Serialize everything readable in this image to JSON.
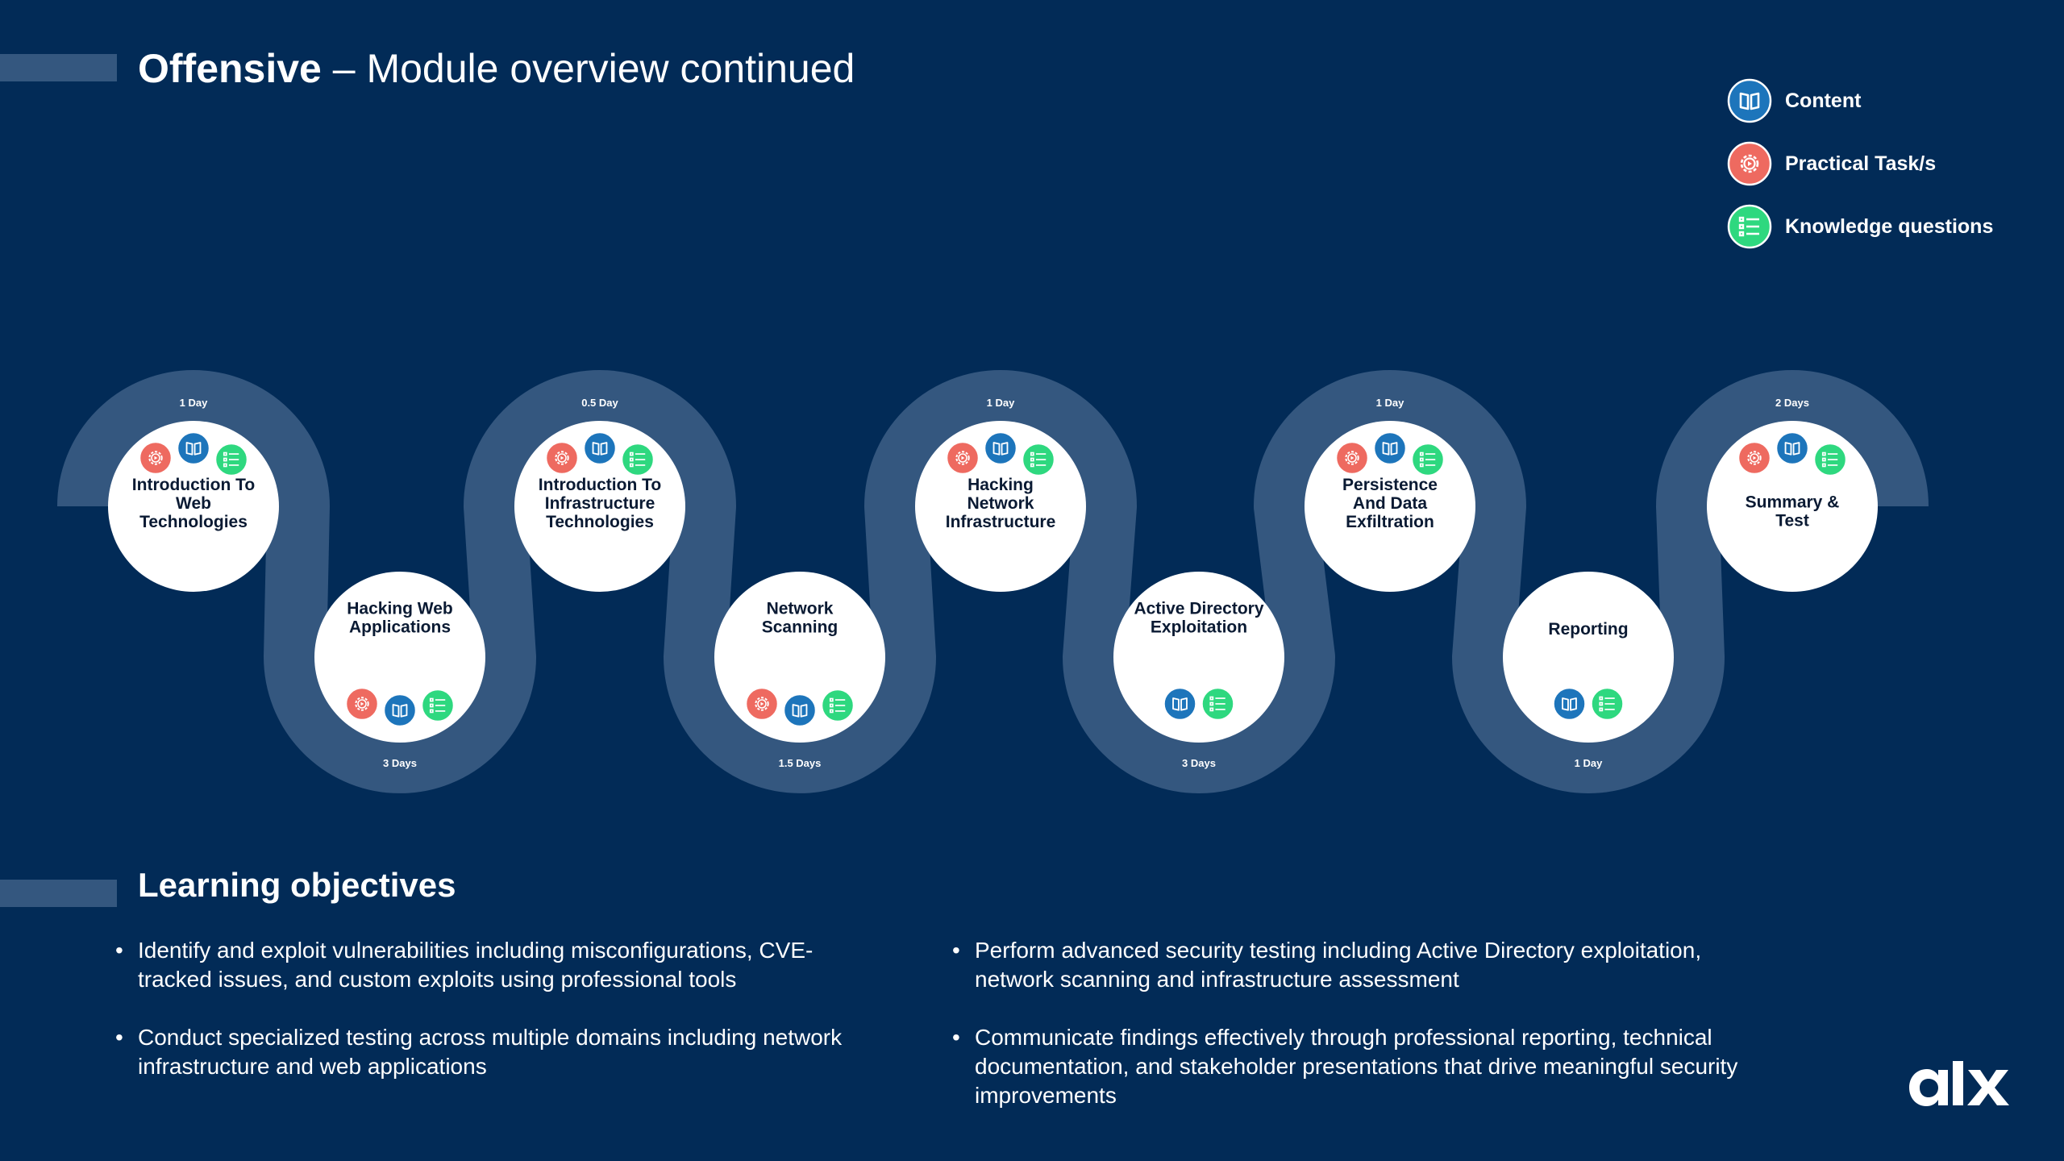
{
  "slide": {
    "title_bold": "Offensive",
    "title_rest": " – Module overview continued"
  },
  "legend": [
    {
      "label": "Content",
      "icon": "book-icon",
      "color": "#1d75bb"
    },
    {
      "label": "Practical Task/s",
      "icon": "gear-icon",
      "color": "#ee6a60"
    },
    {
      "label": "Knowledge questions",
      "icon": "checklist-icon",
      "color": "#2ed87f"
    }
  ],
  "colors": {
    "background": "#022b57",
    "road": "#34577f",
    "node": "#ffffff",
    "content": "#1d75bb",
    "task": "#ee6a60",
    "knowledge": "#2ed87f"
  },
  "modules": [
    {
      "title": [
        "Introduction To",
        "Web",
        "Technologies"
      ],
      "duration": "1 Day",
      "icons": [
        "task",
        "content",
        "knowledge"
      ]
    },
    {
      "title": [
        "Hacking Web",
        "Applications"
      ],
      "duration": "3 Days",
      "icons": [
        "task",
        "content",
        "knowledge"
      ]
    },
    {
      "title": [
        "Introduction To",
        "Infrastructure",
        "Technologies"
      ],
      "duration": "0.5 Day",
      "icons": [
        "task",
        "content",
        "knowledge"
      ]
    },
    {
      "title": [
        "Network",
        "Scanning"
      ],
      "duration": "1.5 Days",
      "icons": [
        "task",
        "content",
        "knowledge"
      ]
    },
    {
      "title": [
        "Hacking",
        "Network",
        "Infrastructure"
      ],
      "duration": "1 Day",
      "icons": [
        "task",
        "content",
        "knowledge"
      ]
    },
    {
      "title": [
        "Active Directory",
        "Exploitation"
      ],
      "duration": "3 Days",
      "icons": [
        "content",
        "knowledge"
      ]
    },
    {
      "title": [
        "Persistence",
        "And Data",
        "Exfiltration"
      ],
      "duration": "1 Day",
      "icons": [
        "task",
        "content",
        "knowledge"
      ]
    },
    {
      "title": [
        "Reporting"
      ],
      "duration": "1 Day",
      "icons": [
        "content",
        "knowledge"
      ]
    },
    {
      "title": [
        "Summary &",
        "Test"
      ],
      "duration": "2 Days",
      "icons": [
        "task",
        "content",
        "knowledge"
      ]
    }
  ],
  "objectives": {
    "heading": "Learning objectives",
    "left": [
      "Identify and exploit vulnerabilities including misconfigurations, CVE-tracked issues, and custom exploits using professional tools",
      "Conduct specialized testing across multiple domains including network infrastructure and web applications"
    ],
    "right": [
      "Perform advanced security testing including Active Directory exploitation, network scanning and infrastructure assessment",
      "Communicate findings effectively through professional reporting, technical documentation, and stakeholder presentations that drive meaningful security improvements"
    ]
  },
  "brand": {
    "logo_text": "alx"
  }
}
